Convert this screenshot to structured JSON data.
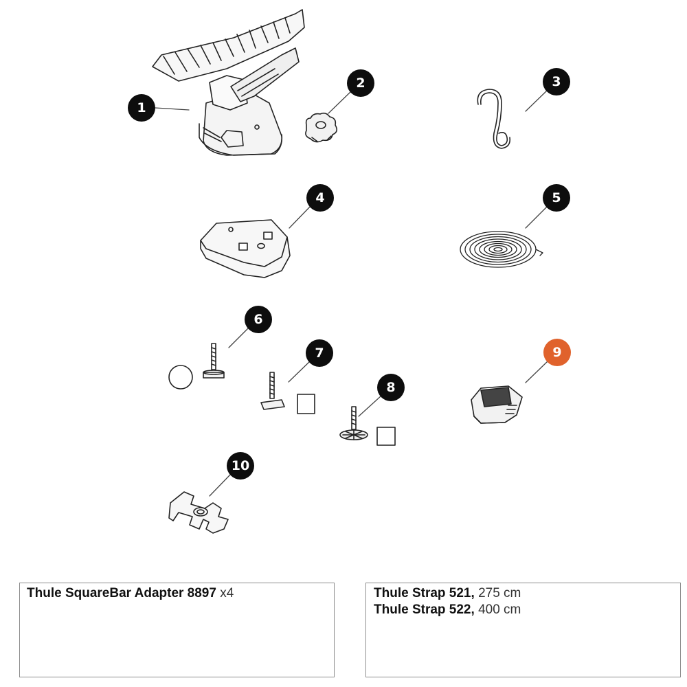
{
  "parts": [
    {
      "number": "1",
      "name": "cradle-mount"
    },
    {
      "number": "2",
      "name": "star-knob"
    },
    {
      "number": "3",
      "name": "s-hook"
    },
    {
      "number": "4",
      "name": "base-pad"
    },
    {
      "number": "5",
      "name": "coiled-strap"
    },
    {
      "number": "6",
      "name": "t-bolt-round-washer"
    },
    {
      "number": "7",
      "name": "t-bolt-square-washer"
    },
    {
      "number": "8",
      "name": "bolt-square-washer"
    },
    {
      "number": "9",
      "name": "end-cap"
    },
    {
      "number": "10",
      "name": "slotted-tool"
    }
  ],
  "highlight_color": "#e0622c",
  "badge_color": "#0d0d0d",
  "adapter_box": {
    "name": "Thule SquareBar Adapter 8897",
    "qty": "x4"
  },
  "strap_box": {
    "line1_name": "Thule Strap 521,",
    "line1_length": "275 cm",
    "line2_name": "Thule Strap 522,",
    "line2_length": "400 cm"
  }
}
